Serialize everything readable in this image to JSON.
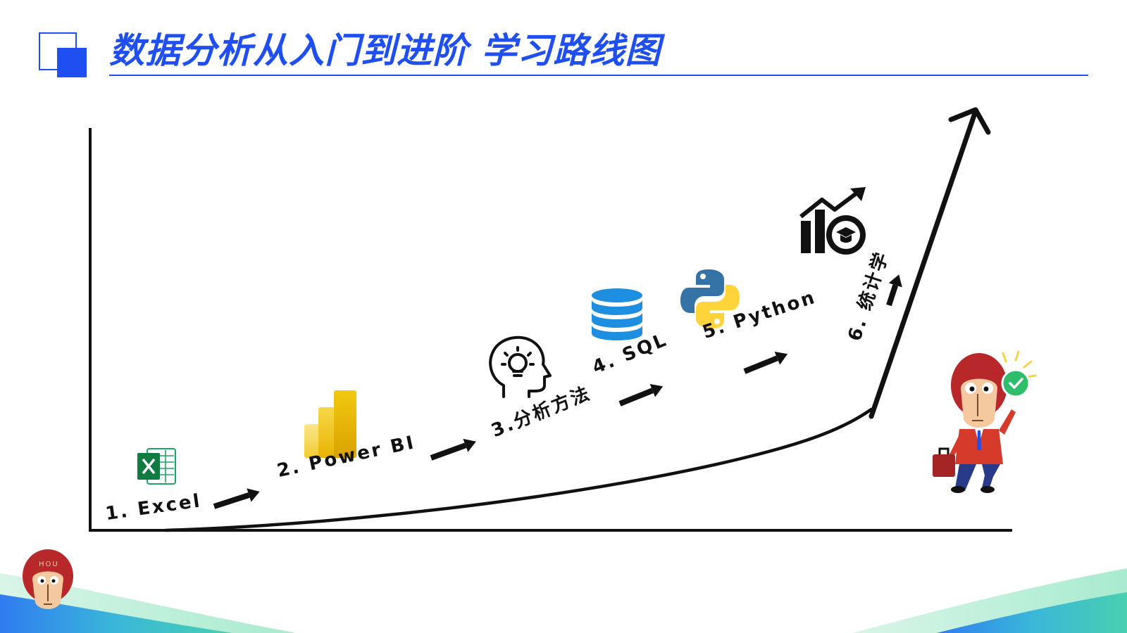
{
  "page": {
    "title": "数据分析从入门到进阶  学习路线图",
    "accent_color": "#1f4ff0"
  },
  "steps": [
    {
      "label": "1. Excel",
      "icon": "excel-icon"
    },
    {
      "label": "2. Power BI",
      "icon": "power-bi-icon"
    },
    {
      "label": "3.分析方法",
      "icon": "brain-lightbulb-icon"
    },
    {
      "label": "4. SQL",
      "icon": "database-icon"
    },
    {
      "label": "5. Python",
      "icon": "python-icon"
    },
    {
      "label": "6. 统计学",
      "icon": "statistics-graduation-icon"
    }
  ],
  "decorations": {
    "mascot_badge_text": "HOU",
    "mascot_icon": "monkey-mascot-icon",
    "mascot_success_icon": "checkmark-icon"
  }
}
